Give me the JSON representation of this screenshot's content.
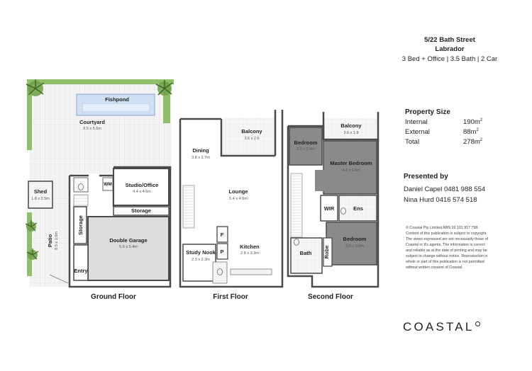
{
  "header": {
    "address": "5/22 Bath Street",
    "suburb": "Labrador",
    "summary": "3 Bed + Office | 3.5 Bath | 2 Car"
  },
  "property_size": {
    "title": "Property Size",
    "rows": [
      {
        "label": "Internal",
        "value": "190m",
        "unit_sup": "2"
      },
      {
        "label": "External",
        "value": "88m",
        "unit_sup": "2"
      },
      {
        "label": "Total",
        "value": "278m",
        "unit_sup": "2"
      }
    ]
  },
  "presented_by": {
    "title": "Presented by",
    "agents": [
      "Daniel Capel 0481 988 554",
      "Nina Hurd 0416 574 518"
    ]
  },
  "disclaimer": "© Coastal Pty Limited ABN 39 101 817 798. Content of this publication is subject to copyright. The views expressed are not necessarily those of Coastal or it's agents. The information is correct and reliable as at the date of printing and may be subject to change without notice. Reproduction in whole or part of this publication is not permitted without written consent of Coastal.",
  "logo": {
    "text": "COASTAL"
  },
  "floors": {
    "ground": {
      "label": "Ground Floor",
      "rooms": {
        "fishpond": "Fishpond",
        "courtyard": "Courtyard",
        "courtyard_dim": "9.5 x 5.5m",
        "shed": "Shed",
        "shed_dim": "1.8 x 2.5m",
        "wm": "WM",
        "studio": "Studio/Office",
        "studio_dim": "4.4 x 4.6m",
        "storage_top": "Storage",
        "storage_side": "Storage",
        "patio": "Patio",
        "patio_dim": "8.5 x 1.0m",
        "garage": "Double Garage",
        "garage_dim": "5.6 x 5.4m",
        "entry": "Entry"
      }
    },
    "first": {
      "label": "First Floor",
      "rooms": {
        "balcony": "Balcony",
        "balcony_dim": "3.6 x 2.6",
        "dining": "Dining",
        "dining_dim": "3.8 x 2.7m",
        "lounge": "Lounge",
        "lounge_dim": "5.4 x 4.6m",
        "f": "F",
        "p": "P",
        "kitchen": "Kitchen",
        "kitchen_dim": "2.8 x 3.3m",
        "study": "Study Nook",
        "study_dim": "2.3 x 2.3m"
      }
    },
    "second": {
      "label": "Second Floor",
      "rooms": {
        "bedroom1": "Bedroom",
        "bedroom1_dim": "2.8 x 2.9m",
        "balcony": "Balcony",
        "balcony_dim": "3.6 x 1.8",
        "master": "Master Bedroom",
        "master_dim": "4.4 x 3.6m",
        "wir": "WIR",
        "ens": "Ens",
        "bedroom2": "Bedroom",
        "bedroom2_dim": "3.6 x 3.0m",
        "bath": "Bath",
        "robe": "Robe"
      }
    }
  }
}
